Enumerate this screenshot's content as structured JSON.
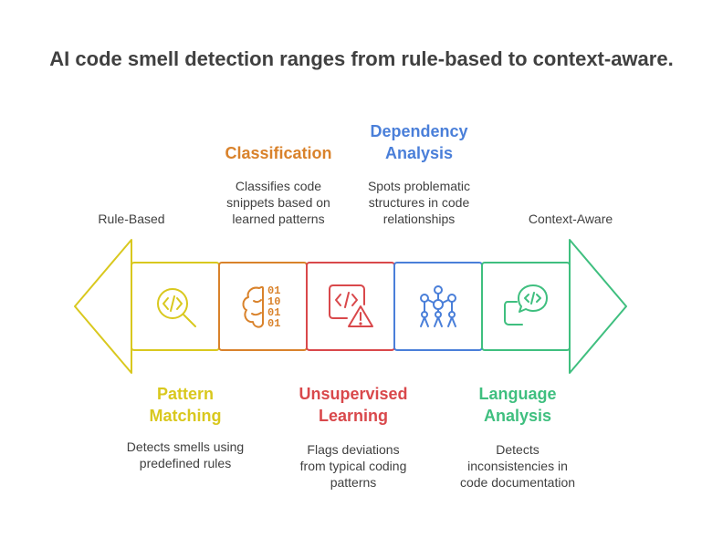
{
  "title": "AI code smell detection ranges from rule-based to context-aware.",
  "left_end_label": "Rule-Based",
  "right_end_label": "Context-Aware",
  "colors": {
    "yellow": "#d9c81e",
    "orange": "#d9822b",
    "red": "#d9484b",
    "blue": "#4a7fd9",
    "green": "#3fbf7f",
    "text": "#404040"
  },
  "stages": [
    {
      "heading": "Pattern Matching",
      "heading_lines": [
        "Pattern",
        "Matching"
      ],
      "description_lines": [
        "Detects smells using",
        "predefined rules"
      ],
      "icon": "code-magnifier-icon"
    },
    {
      "heading": "Classification",
      "heading_lines": [
        "Classification"
      ],
      "description_lines": [
        "Classifies code",
        "snippets based on",
        "learned patterns"
      ],
      "icon": "brain-binary-icon"
    },
    {
      "heading": "Unsupervised Learning",
      "heading_lines": [
        "Unsupervised",
        "Learning"
      ],
      "description_lines": [
        "Flags deviations",
        "from typical coding",
        "patterns"
      ],
      "icon": "code-warning-icon"
    },
    {
      "heading": "Dependency Analysis",
      "heading_lines": [
        "Dependency",
        "Analysis"
      ],
      "description_lines": [
        "Spots problematic",
        "structures in code",
        "relationships"
      ],
      "icon": "network-nodes-icon"
    },
    {
      "heading": "Language Analysis",
      "heading_lines": [
        "Language",
        "Analysis"
      ],
      "description_lines": [
        "Detects",
        "inconsistencies in",
        "code documentation"
      ],
      "icon": "code-speech-icon"
    }
  ]
}
